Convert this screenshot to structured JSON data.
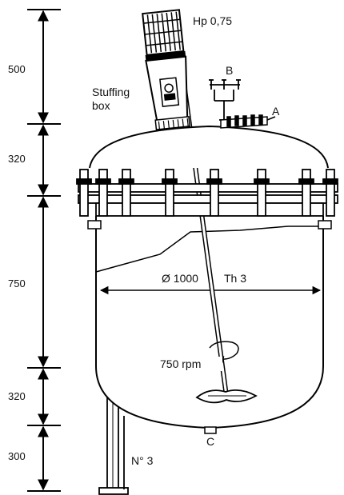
{
  "dimensions": [
    "500",
    "320",
    "750",
    "320",
    "300"
  ],
  "labels": {
    "motor_power": "Hp 0,75",
    "stuffing_box_line1": "Stuffing",
    "stuffing_box_line2": "box",
    "nozzle_a": "A",
    "nozzle_b": "B",
    "outlet_c": "C",
    "diameter": "Ø 1000",
    "thickness": "Th 3",
    "speed": "750 rpm",
    "legs": "N° 3"
  }
}
